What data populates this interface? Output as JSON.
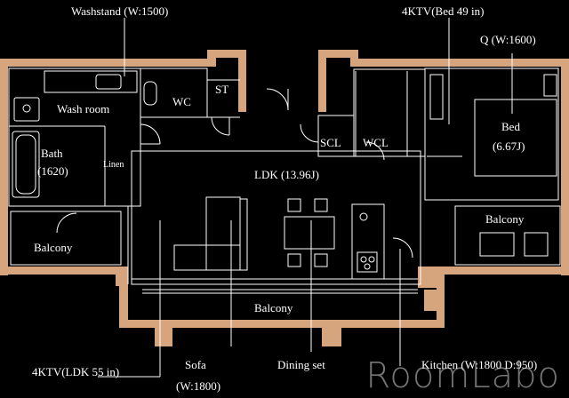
{
  "labels": {
    "washstand": "Washstand (W:1500)",
    "tv_bed": "4KTV(Bed 49 in)",
    "queen_bed": "Q (W:1600)",
    "wash_room": "Wash room",
    "wc": "WC",
    "st": "ST",
    "bath": "Bath",
    "bath_size": "(1620)",
    "linen": "Linen",
    "scl": "SCL",
    "wcl": "WCL",
    "bed": "Bed",
    "bed_size": "(6.67J)",
    "ldk": "LDK (13.96J)",
    "balcony_left": "Balcony",
    "balcony_right": "Balcony",
    "balcony_bottom": "Balcony",
    "tv_ldk": "4KTV(LDK 55 in)",
    "sofa": "Sofa",
    "sofa_size": "(W:1800)",
    "dining": "Dining set",
    "kitchen": "Kitchen (W:1800 D:950)"
  },
  "watermark": "RoomLabo",
  "colors": {
    "background": "#000000",
    "wall": "#d6a57d",
    "line": "#ffffff"
  }
}
